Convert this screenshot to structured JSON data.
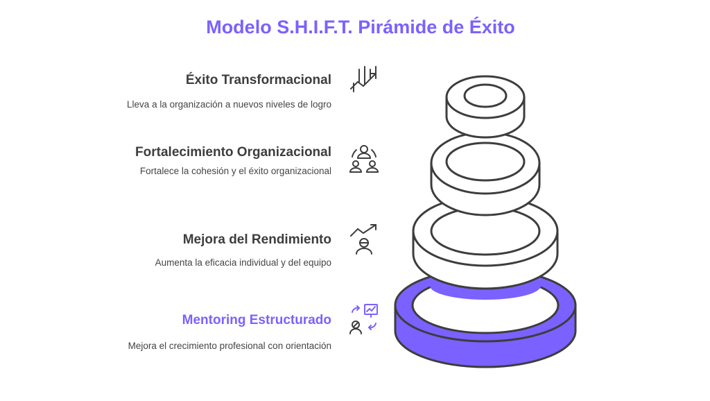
{
  "title": "Modelo S.H.I.F.T. Pirámide de Éxito",
  "colors": {
    "accent": "#7b61ff",
    "ring_fill": "#ffffff",
    "stroke": "#3d3d3d"
  },
  "items": [
    {
      "title": "Éxito Transformacional",
      "description": "Lleva a la organización a nuevos niveles de logro",
      "icon": "growth-chart-icon"
    },
    {
      "title": "Fortalecimiento Organizacional",
      "description": "Fortalece la cohesión y el éxito organizacional",
      "icon": "team-icon"
    },
    {
      "title": "Mejora del Rendimiento",
      "description": "Aumenta la eficacia individual y del equipo",
      "icon": "performance-icon"
    },
    {
      "title": "Mentoring Estructurado",
      "description": "Mejora el crecimiento profesional con orientación",
      "icon": "mentoring-icon"
    }
  ]
}
